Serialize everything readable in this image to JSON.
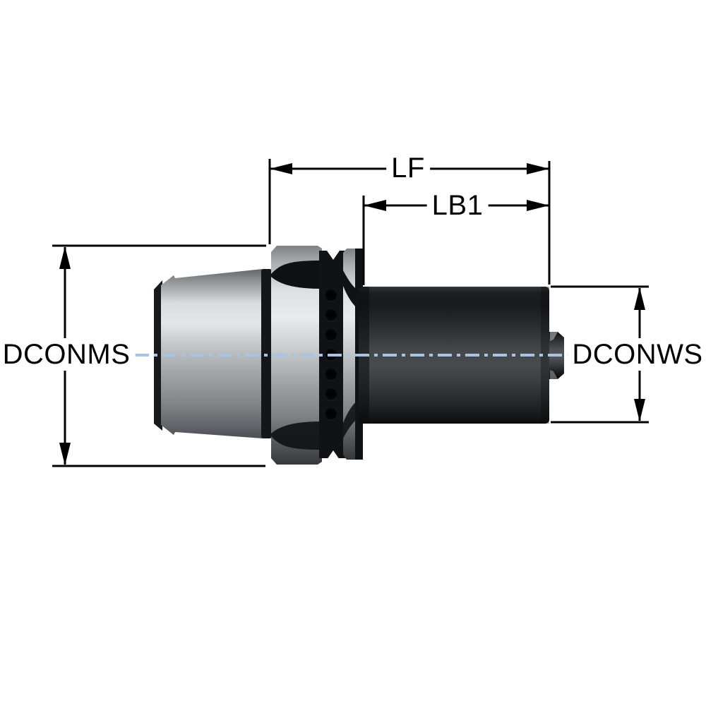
{
  "diagram": {
    "kind": "tool-holder-side-view-technical-drawing",
    "labels": {
      "lf": "LF",
      "lb1": "LB1",
      "dconms": "DCONMS",
      "dconws": "DCONWS"
    },
    "colors": {
      "centerline_blue": "#a9c4e2",
      "dimension_black": "#000000",
      "background": "#ffffff"
    }
  }
}
